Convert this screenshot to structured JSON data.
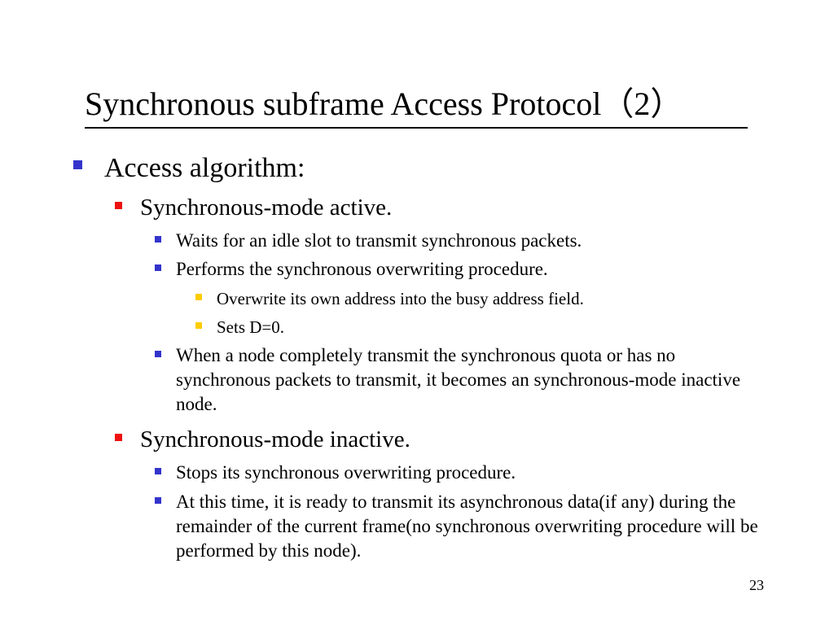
{
  "slide": {
    "title": "Synchronous subframe Access Protocol（2）",
    "colors": {
      "level1_bullet": "#3333cc",
      "level2_bullet": "#ee1111",
      "level3_bullet": "#3333cc",
      "level4_bullet": "#ffcc00"
    },
    "bullets": {
      "access_algorithm": "Access algorithm:",
      "sync_active": "Synchronous-mode active.",
      "waits_idle_slot": "Waits for an idle slot to transmit synchronous packets.",
      "performs_overwriting": "Performs the synchronous overwriting procedure.",
      "overwrite_address": "Overwrite its own address into the busy address field.",
      "sets_d": "Sets D=0.",
      "when_node_completes": "When a node completely transmit the synchronous quota or has no synchronous packets to transmit, it becomes an synchronous-mode inactive node.",
      "sync_inactive": "Synchronous-mode inactive.",
      "stops_overwriting": "Stops its synchronous overwriting procedure.",
      "ready_async": "At this time, it is ready to transmit its asynchronous data(if any) during the remainder of the current frame(no synchronous overwriting procedure will be performed by this node)."
    },
    "page_number": "23"
  }
}
